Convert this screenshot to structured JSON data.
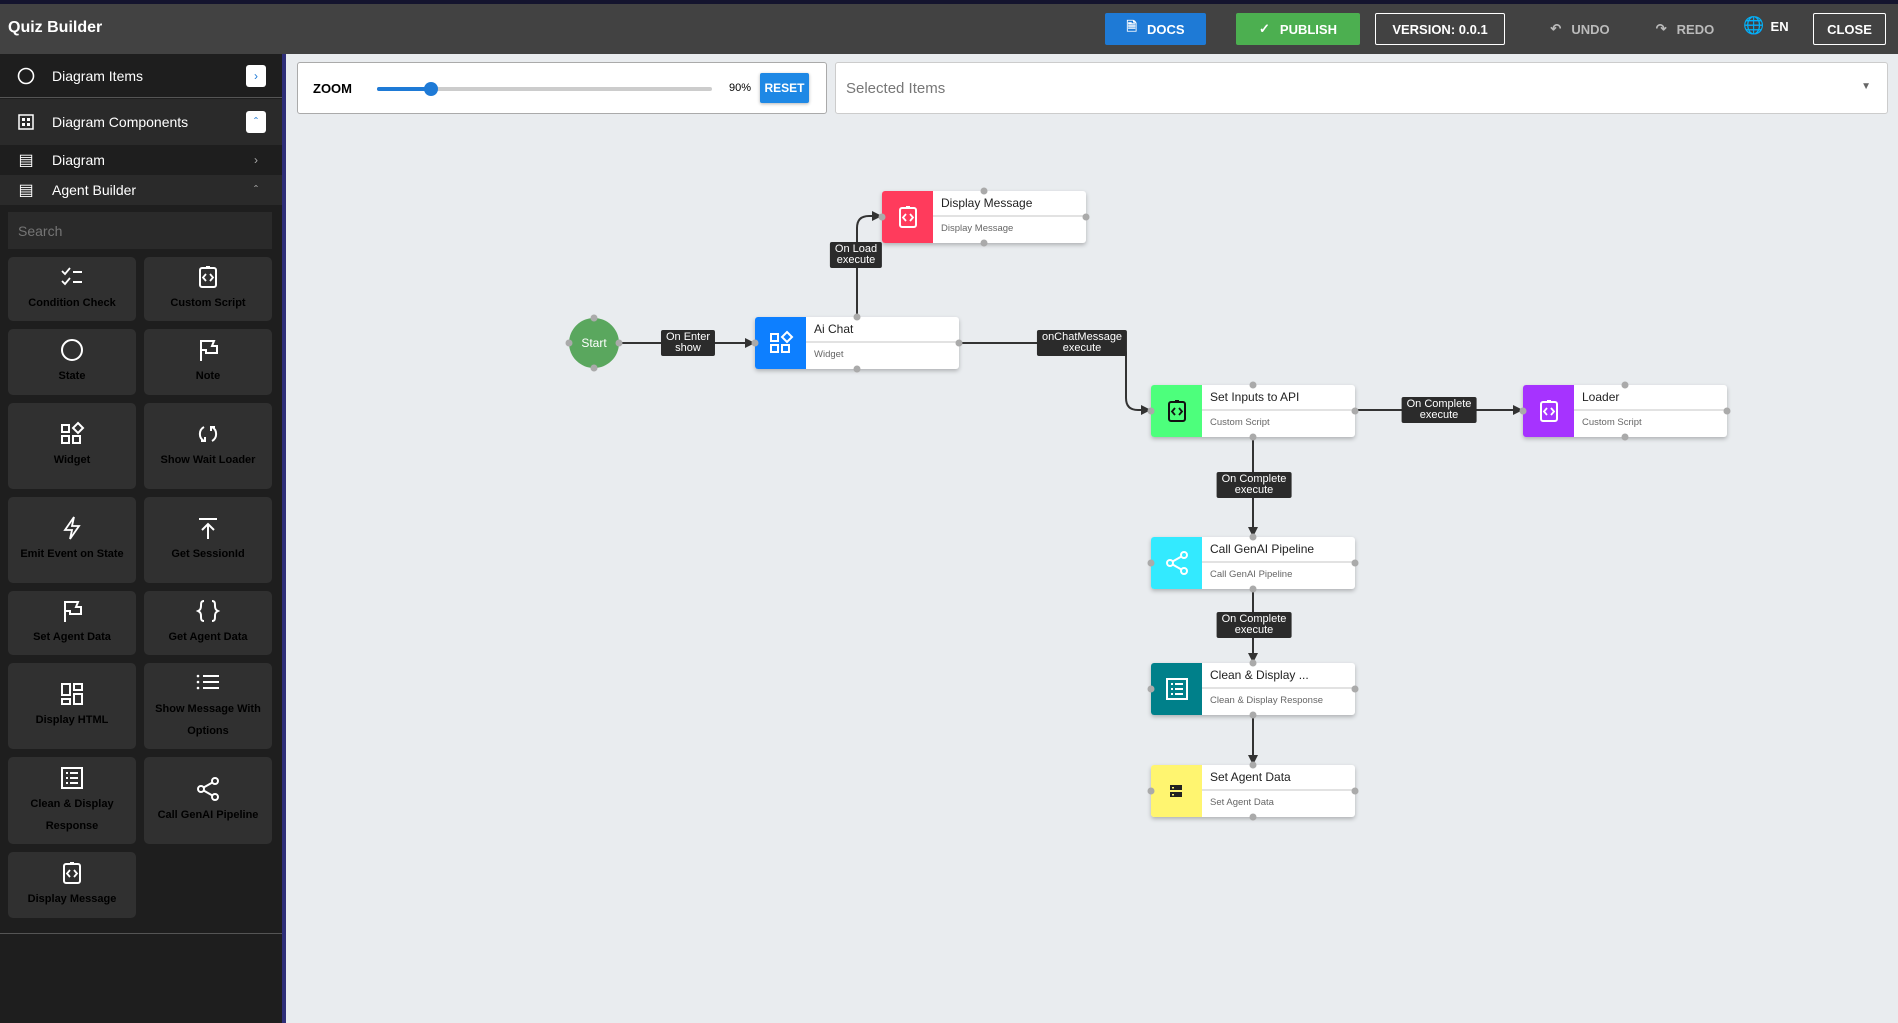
{
  "header": {
    "title": "Quiz Builder",
    "docs": "DOCS",
    "publish": "PUBLISH",
    "version": "VERSION: 0.0.1",
    "undo": "UNDO",
    "redo": "REDO",
    "language": "EN",
    "close": "CLOSE"
  },
  "sidebar": {
    "diagram_items": "Diagram Items",
    "diagram_components": "Diagram Components",
    "diagram": "Diagram",
    "agent_builder": "Agent Builder",
    "search_placeholder": "Search",
    "palette": [
      {
        "label": "Condition Check",
        "icon": "checklist-icon"
      },
      {
        "label": "Custom Script",
        "icon": "script-icon"
      },
      {
        "label": "State",
        "icon": "circle-icon"
      },
      {
        "label": "Note",
        "icon": "flag-icon"
      },
      {
        "label": "Widget",
        "icon": "widget-icon"
      },
      {
        "label": "Show Wait Loader",
        "icon": "refresh-icon"
      },
      {
        "label": "Emit Event on State",
        "icon": "lightning-icon"
      },
      {
        "label": "Get SessionId",
        "icon": "upload-icon"
      },
      {
        "label": "Set Agent Data",
        "icon": "flag-icon"
      },
      {
        "label": "Get Agent Data",
        "icon": "braces-icon"
      },
      {
        "label": "Display HTML",
        "icon": "dashboard-icon"
      },
      {
        "label": "Show Message With Options",
        "icon": "list-icon"
      },
      {
        "label": "Clean & Display Response",
        "icon": "list-box-icon"
      },
      {
        "label": "Call GenAI Pipeline",
        "icon": "share-icon"
      },
      {
        "label": "Display Message",
        "icon": "script-icon"
      }
    ]
  },
  "toolbar": {
    "zoom_label": "ZOOM",
    "zoom_value": "90%",
    "zoom_percent": 16,
    "reset": "RESET",
    "selected_placeholder": "Selected Items"
  },
  "diagram": {
    "start": "Start",
    "nodes": [
      {
        "id": "ai-chat",
        "title": "Ai Chat",
        "subtitle": "Widget",
        "color": "#0d7fff",
        "icon": "widget-icon"
      },
      {
        "id": "display-message",
        "title": "Display Message",
        "subtitle": "Display Message",
        "color": "#ff3b5c",
        "icon": "script-icon"
      },
      {
        "id": "set-inputs",
        "title": "Set Inputs to API",
        "subtitle": "Custom Script",
        "color": "#4dff7c",
        "icon": "script-icon"
      },
      {
        "id": "loader",
        "title": "Loader",
        "subtitle": "Custom Script",
        "color": "#a633ff",
        "icon": "script-icon"
      },
      {
        "id": "call-genai",
        "title": "Call GenAI Pipeline",
        "subtitle": "Call GenAI Pipeline",
        "color": "#33eaff",
        "icon": "share-icon"
      },
      {
        "id": "clean-display",
        "title": "Clean & Display ...",
        "subtitle": "Clean & Display Response",
        "color": "#00808a",
        "icon": "list-box-icon"
      },
      {
        "id": "set-agent-data",
        "title": "Set Agent Data",
        "subtitle": "Set Agent Data",
        "color": "#fff570",
        "icon": "storage-icon"
      }
    ],
    "edges": [
      {
        "label1": "On Enter",
        "label2": "show"
      },
      {
        "label1": "On Load",
        "label2": "execute"
      },
      {
        "label1": "onChatMessage",
        "label2": "execute"
      },
      {
        "label1": "On Complete",
        "label2": "execute"
      },
      {
        "label1": "On Complete",
        "label2": "execute"
      },
      {
        "label1": "On Complete",
        "label2": "execute"
      }
    ]
  }
}
